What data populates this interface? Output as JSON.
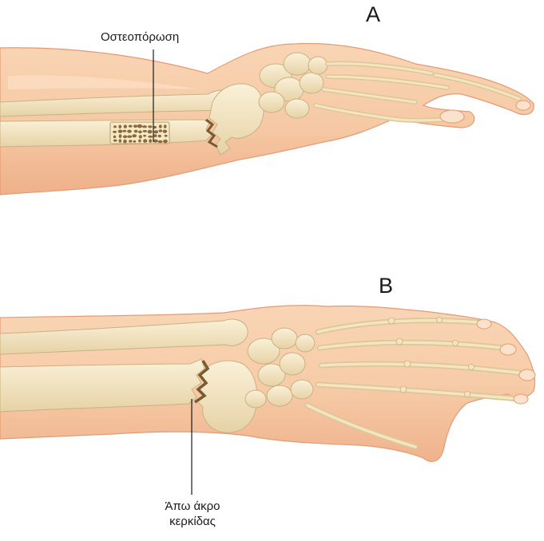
{
  "panels": [
    {
      "letter": "A",
      "callout": "Οστεοπόρωση"
    },
    {
      "letter": "B",
      "callout_lines": [
        "Άπω άκρο",
        "κερκίδας"
      ]
    }
  ],
  "colors": {
    "skin": "#f6c9a4",
    "skin_shade": "#eeae86",
    "skin_edge": "#e59a73",
    "bone": "#f4e4c0",
    "bone_shade": "#dcc79a",
    "bone_edge": "#c9b183",
    "fracture": "#7a5a32",
    "pores": "#8a6a3e",
    "leader_line": "#1a1a1a"
  },
  "icons": {
    "top_panel": "forearm-side-view-fracture-illustration",
    "bottom_panel": "forearm-dorsal-view-fracture-illustration"
  }
}
